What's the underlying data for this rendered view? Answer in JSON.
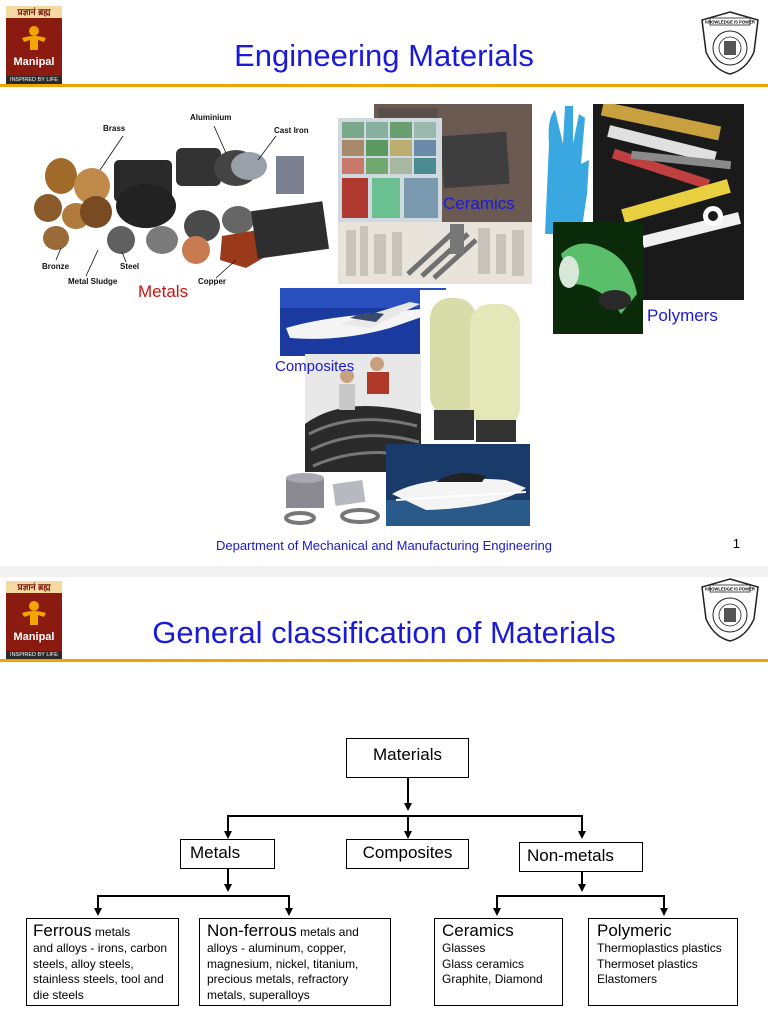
{
  "slide1": {
    "logo": {
      "devanagari": "प्रज्ञानं ब्रह्म",
      "name": "Manipal",
      "tagline": "INSPIRED BY LIFE"
    },
    "seal": {
      "text": "KNOWLEDGE IS POWER"
    },
    "title": "Engineering Materials",
    "metal_labels": {
      "brass": "Brass",
      "aluminium": "Aluminium",
      "cast_iron": "Cast Iron",
      "bronze": "Bronze",
      "steel": "Steel",
      "metal_sludge": "Metal Sludge",
      "copper": "Copper"
    },
    "captions": {
      "metals": "Metals",
      "ceramics": "Ceramics",
      "polymers": "Polymers",
      "composites": "Composites"
    },
    "caption_colors": {
      "metals": "#cc1111",
      "others": "#1a1ad8"
    },
    "footer": "Department of Mechanical and Manufacturing Engineering",
    "page_number": "1"
  },
  "slide2": {
    "logo": {
      "devanagari": "प्रज्ञानं ब्रह्म",
      "name": "Manipal",
      "tagline": "INSPIRED BY LIFE"
    },
    "title": "General classification of Materials",
    "root": "Materials",
    "level1": {
      "metals": "Metals",
      "composites": "Composites",
      "nonmetals": "Non-metals"
    },
    "ferrous": {
      "head": "Ferrous",
      "rest": " metals",
      "body": "and alloys - irons, carbon steels, alloy steels, stainless steels, tool and die steels"
    },
    "nonferrous": {
      "head": "Non-ferrous",
      "rest": " metals and",
      "body": "alloys - aluminum, copper, magnesium, nickel, titanium, precious metals, refractory metals, superalloys"
    },
    "ceramics": {
      "head": "Ceramics",
      "items": [
        "Glasses",
        "Glass ceramics",
        "Graphite, Diamond"
      ]
    },
    "polymeric": {
      "head": "Polymeric",
      "items": [
        "Thermoplastics plastics",
        "Thermoset plastics",
        "Elastomers"
      ]
    }
  },
  "colors": {
    "title_blue": "#1a1ad8",
    "rule_gold": "#f0a500",
    "logo_red": "#8b1a10"
  }
}
